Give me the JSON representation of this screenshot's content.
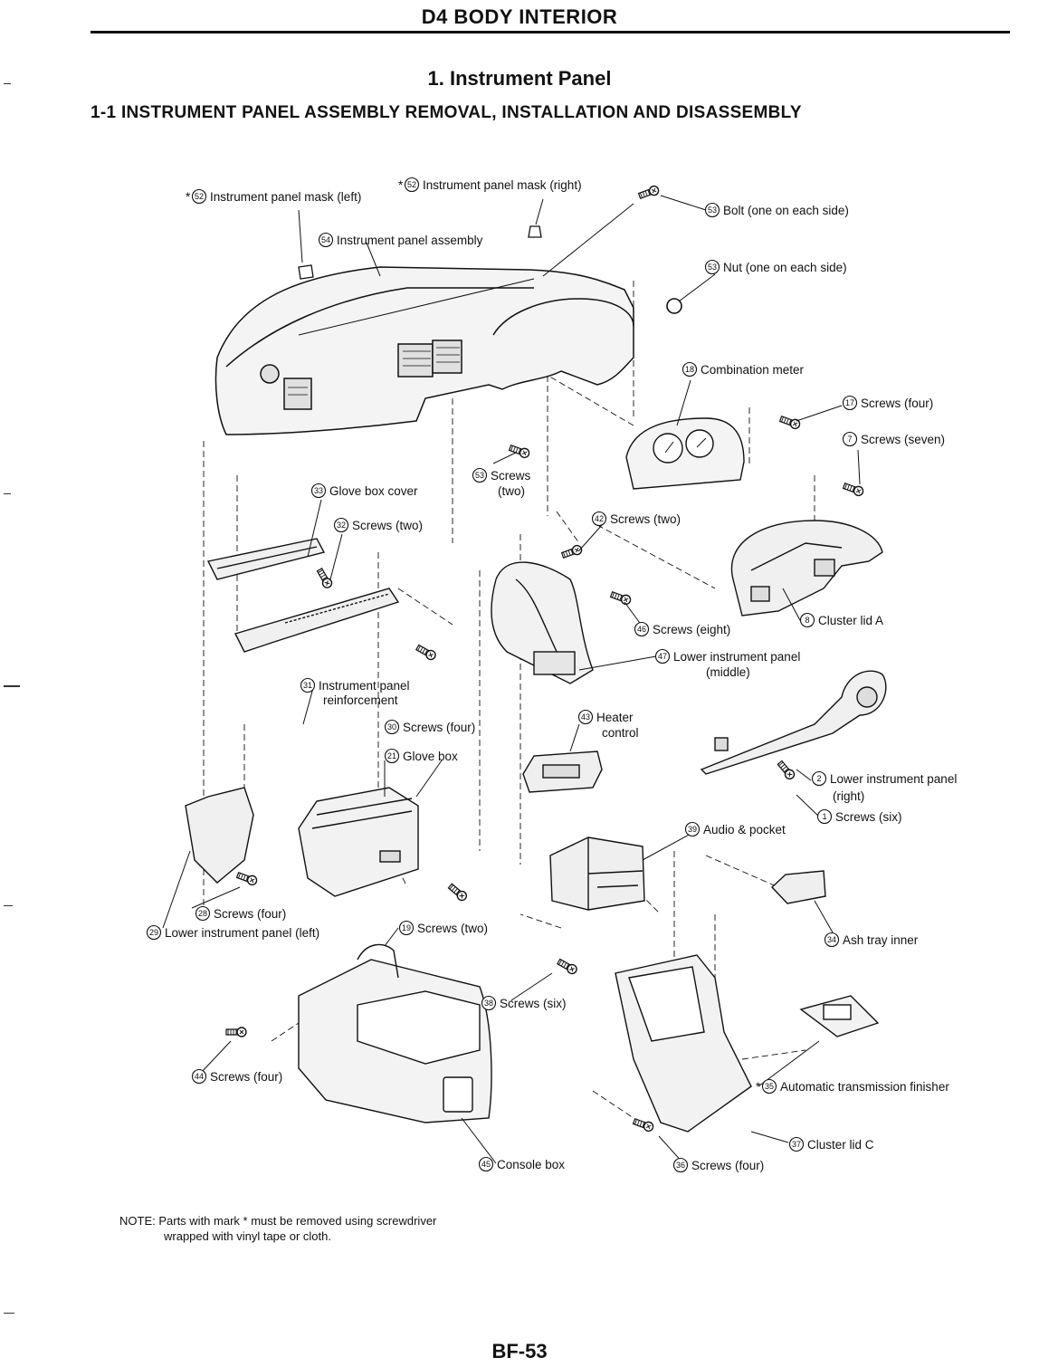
{
  "header": {
    "section": "D4 BODY INTERIOR"
  },
  "title": "1. Instrument Panel",
  "subtitle": "1-1 INSTRUMENT PANEL ASSEMBLY REMOVAL, INSTALLATION AND DISASSEMBLY",
  "callouts": [
    {
      "num": "52",
      "text": "Instrument panel mask (left)",
      "star": true
    },
    {
      "num": "52",
      "text": "Instrument panel mask (right)",
      "star": true
    },
    {
      "num": "53",
      "text": "Bolt (one on each side)"
    },
    {
      "num": "54",
      "text": "Instrument panel assembly"
    },
    {
      "num": "53",
      "text": "Nut (one on each side)"
    },
    {
      "num": "18",
      "text": "Combination meter"
    },
    {
      "num": "17",
      "text": "Screws (four)"
    },
    {
      "num": "7",
      "text": "Screws (seven)"
    },
    {
      "num": "53",
      "text": "Screws"
    },
    {
      "num": "",
      "text": "(two)"
    },
    {
      "num": "33",
      "text": "Glove box cover"
    },
    {
      "num": "32",
      "text": "Screws (two)"
    },
    {
      "num": "42",
      "text": "Screws (two)"
    },
    {
      "num": "46",
      "text": "Screws (eight)"
    },
    {
      "num": "8",
      "text": "Cluster lid A"
    },
    {
      "num": "47",
      "text": "Lower instrument panel"
    },
    {
      "num": "",
      "text": "(middle)"
    },
    {
      "num": "31",
      "text": "Instrument panel"
    },
    {
      "num": "",
      "text": "reinforcement"
    },
    {
      "num": "43",
      "text": "Heater"
    },
    {
      "num": "",
      "text": "control"
    },
    {
      "num": "30",
      "text": "Screws (four)"
    },
    {
      "num": "21",
      "text": "Glove box"
    },
    {
      "num": "2",
      "text": "Lower instrument panel"
    },
    {
      "num": "",
      "text": "(right)"
    },
    {
      "num": "1",
      "text": "Screws (six)"
    },
    {
      "num": "39",
      "text": "Audio & pocket"
    },
    {
      "num": "28",
      "text": "Screws (four)"
    },
    {
      "num": "29",
      "text": "Lower instrument panel (left)"
    },
    {
      "num": "19",
      "text": "Screws (two)"
    },
    {
      "num": "34",
      "text": "Ash tray inner"
    },
    {
      "num": "38",
      "text": "Screws (six)"
    },
    {
      "num": "44",
      "text": "Screws (four)"
    },
    {
      "num": "35",
      "text": "Automatic transmission finisher",
      "star": true
    },
    {
      "num": "37",
      "text": "Cluster lid C"
    },
    {
      "num": "45",
      "text": "Console box"
    },
    {
      "num": "36",
      "text": "Screws (four)"
    }
  ],
  "note": {
    "line1": "NOTE: Parts with mark * must be removed using screwdriver",
    "line2": "wrapped with vinyl tape or cloth."
  },
  "page_number": "BF-53"
}
